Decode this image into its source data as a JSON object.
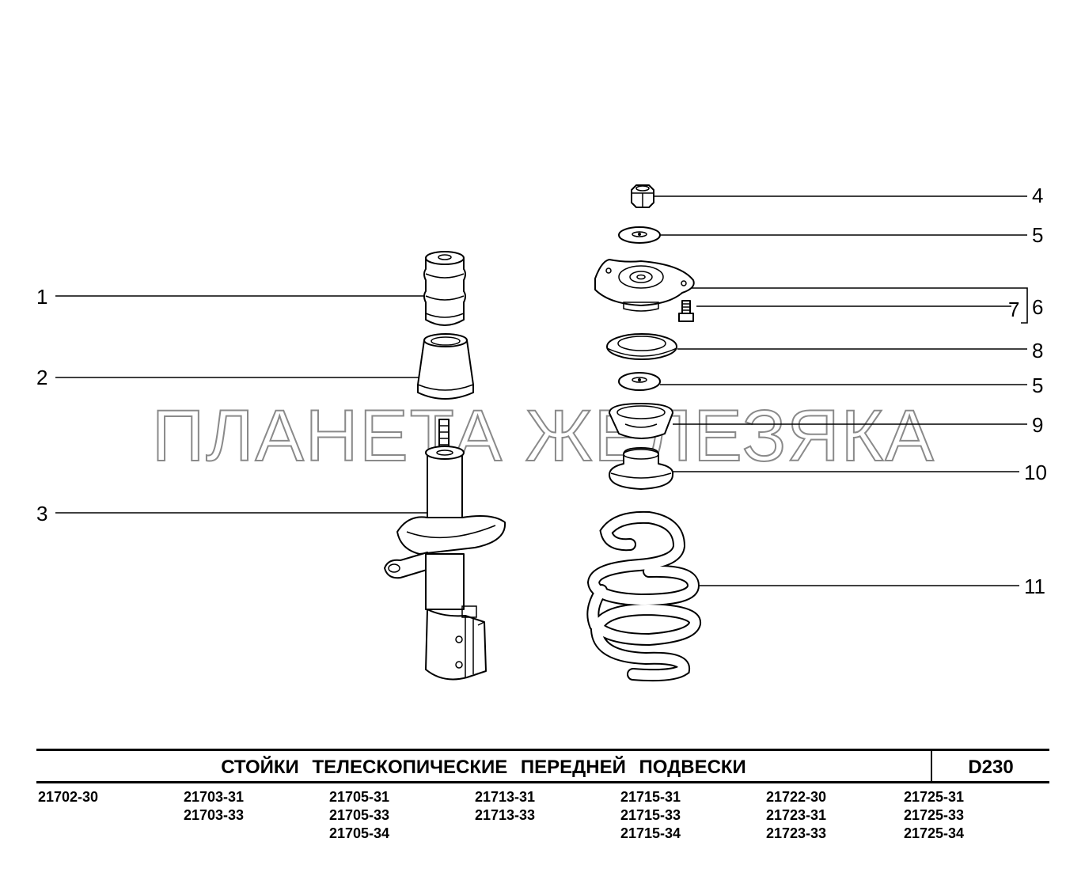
{
  "watermark": "ПЛАНЕТА ЖЕЛЕЗЯКА",
  "callouts": [
    "1",
    "2",
    "3",
    "4",
    "5",
    "6",
    "7",
    "8",
    "5",
    "9",
    "10",
    "11"
  ],
  "title": "СТОЙКИ ТЕЛЕСКОПИЧЕСКИЕ ПЕРЕДНЕЙ ПОДВЕСКИ",
  "code": "D230",
  "models": [
    [
      "21702-30"
    ],
    [
      "21703-31",
      "21703-33"
    ],
    [
      "21705-31",
      "21705-33",
      "21705-34"
    ],
    [
      "21713-31",
      "21713-33"
    ],
    [
      "21715-31",
      "21715-33",
      "21715-34"
    ],
    [
      "21722-30",
      "21723-31",
      "21723-33"
    ],
    [
      "21725-31",
      "21725-33",
      "21725-34"
    ]
  ]
}
